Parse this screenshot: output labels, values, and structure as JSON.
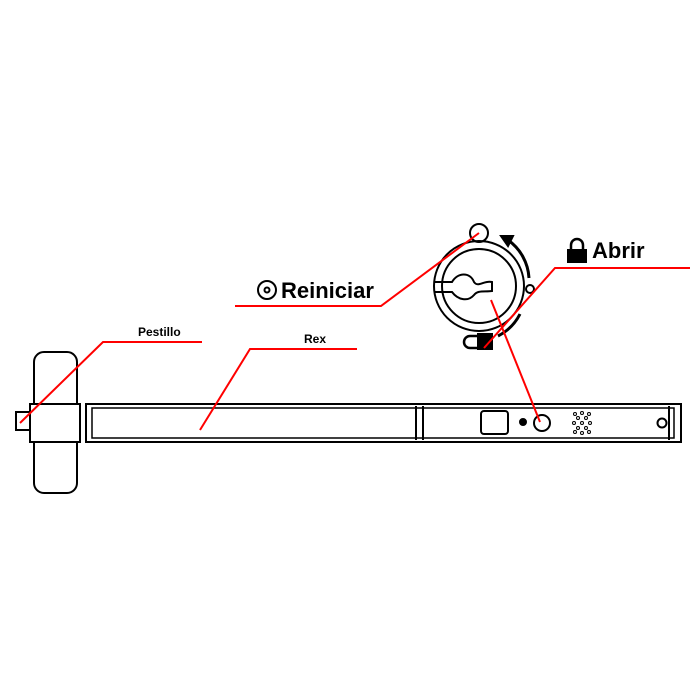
{
  "labels": {
    "pestillo": "Pestillo",
    "rex": "Rex",
    "reiniciar": "Reiniciar",
    "abrir": "Abrir"
  },
  "colors": {
    "leader_line": "#ff0000",
    "stroke": "#000000"
  }
}
